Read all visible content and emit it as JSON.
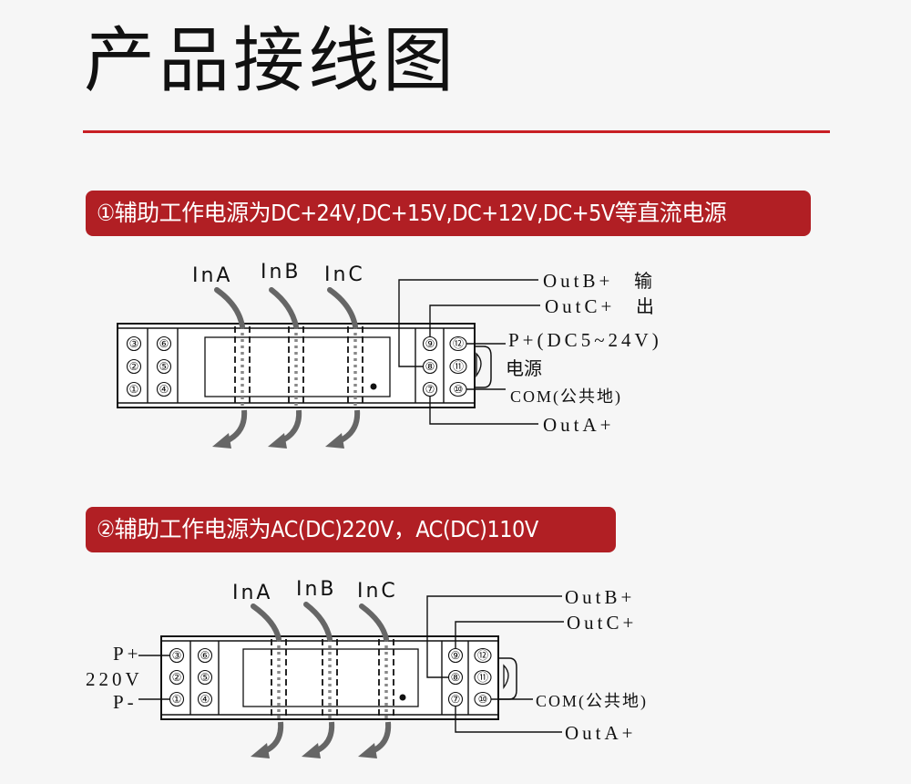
{
  "page": {
    "title": "产品接线图",
    "accent_color": "#c81f24",
    "banner_color": "#b11f24"
  },
  "sections": [
    {
      "banner": "①辅助工作电源为DC+24V,DC+15V,DC+12V,DC+5V等直流电源",
      "inputs": [
        "InA",
        "InB",
        "InC"
      ],
      "left_terminals": [
        "③",
        "②",
        "①",
        "⑥",
        "⑤",
        "④"
      ],
      "right_terminals": [
        "⑨",
        "⑧",
        "⑦",
        "⑫",
        "⑪",
        "⑩"
      ],
      "outputs": {
        "outB": "OutB+",
        "outC": "OutC+",
        "output_word_1": "输",
        "output_word_2": "出",
        "power_plus": "P+(DC5~24V)",
        "power_word": "电源",
        "com": "COM(公共地)",
        "outA": "OutA+"
      }
    },
    {
      "banner": "②辅助工作电源为AC(DC)220V，AC(DC)110V",
      "inputs": [
        "InA",
        "InB",
        "InC"
      ],
      "left_terminals": [
        "③",
        "②",
        "①",
        "⑥",
        "⑤",
        "④"
      ],
      "right_terminals": [
        "⑨",
        "⑧",
        "⑦",
        "⑫",
        "⑪",
        "⑩"
      ],
      "power_left": {
        "plus": "P+",
        "voltage": "220V",
        "minus": "P-"
      },
      "outputs": {
        "outB": "OutB+",
        "outC": "OutC+",
        "com": "COM(公共地)",
        "outA": "OutA+"
      }
    }
  ]
}
